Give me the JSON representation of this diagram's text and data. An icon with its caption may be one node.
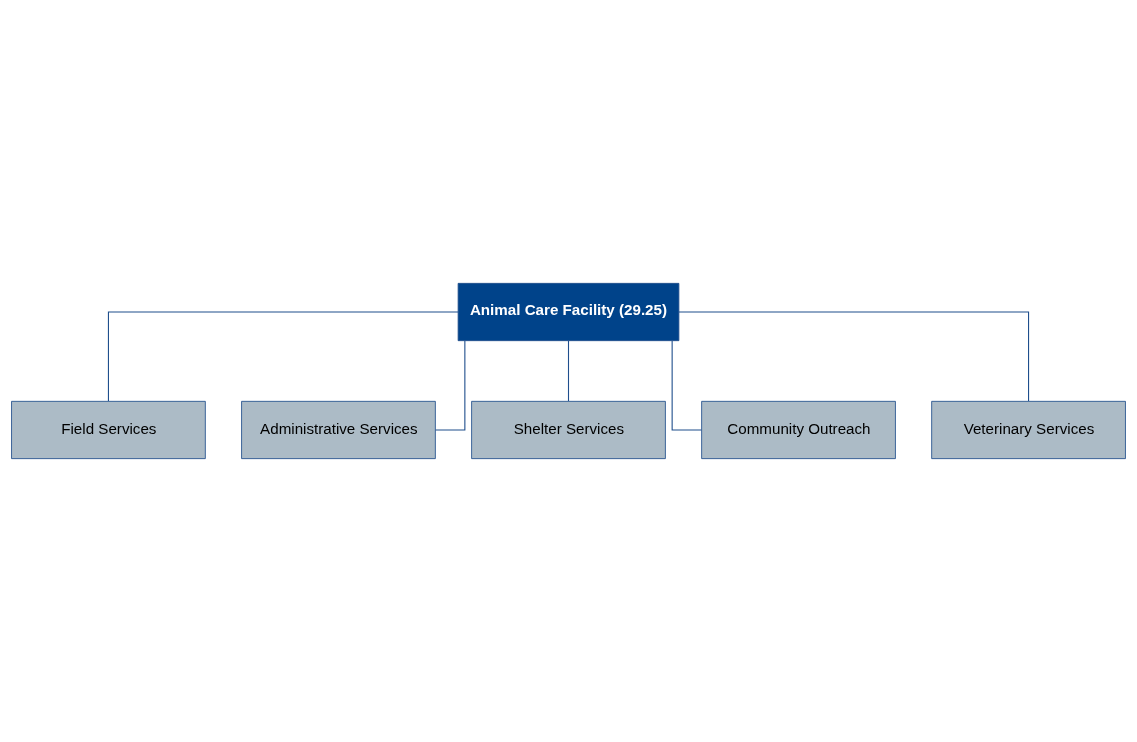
{
  "diagram": {
    "nodes": [
      {
        "text": [
          "Animal Care Facility (29.25)"
        ]
      },
      {
        "text": [
          "Field Services"
        ]
      },
      {
        "text": [
          "Administrative Services"
        ]
      },
      {
        "text": [
          "Shelter Services"
        ]
      },
      {
        "text": [
          "Community Outreach"
        ]
      },
      {
        "text": [
          "Veterinary Services"
        ]
      }
    ],
    "edges": [
      {
        "from": 0,
        "to": 1,
        "arrow": "none"
      },
      {
        "from": 0,
        "to": 2,
        "arrow": "none"
      },
      {
        "from": 0,
        "to": 3,
        "arrow": "none"
      },
      {
        "from": 0,
        "to": 4,
        "arrow": "none"
      },
      {
        "from": 0,
        "to": 5,
        "arrow": "none"
      }
    ]
  }
}
